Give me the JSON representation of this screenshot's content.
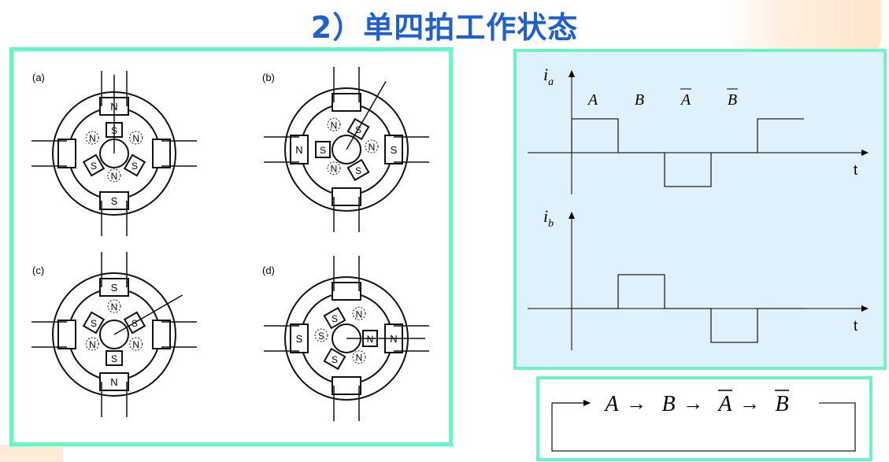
{
  "title": "2）单四拍工作状态",
  "motors": [
    {
      "label": "(a)",
      "stator": {
        "top": "N",
        "bottom": "S",
        "left": "",
        "right": ""
      },
      "rotor_angle": 90,
      "teeth": [
        "S",
        "S",
        "S"
      ],
      "between": [
        "N",
        "N",
        "N"
      ]
    },
    {
      "label": "(b)",
      "stator": {
        "top": "",
        "bottom": "",
        "left": "N",
        "right": "S"
      },
      "rotor_angle": 60,
      "teeth": [
        "S",
        "S",
        "S"
      ],
      "between": [
        "N",
        "N",
        "N"
      ]
    },
    {
      "label": "(c)",
      "stator": {
        "top": "S",
        "bottom": "N",
        "left": "",
        "right": ""
      },
      "rotor_angle": 30,
      "teeth": [
        "S",
        "S",
        "S"
      ],
      "between": [
        "N",
        "N",
        "N"
      ]
    },
    {
      "label": "(d)",
      "stator": {
        "top": "",
        "bottom": "",
        "left": "S",
        "right": "N"
      },
      "rotor_angle": 0,
      "teeth": [
        "N",
        "S",
        "S"
      ],
      "between": [
        "N",
        "S",
        "N"
      ]
    }
  ],
  "waveforms": {
    "ia": {
      "label_main": "i",
      "label_sub": "a",
      "levels": [
        1,
        0,
        -1,
        0,
        1
      ]
    },
    "ib": {
      "label_main": "i",
      "label_sub": "b",
      "levels": [
        0,
        1,
        0,
        -1,
        0
      ]
    },
    "phases": [
      "A",
      "B",
      "A",
      "B"
    ],
    "phase_overbar": [
      false,
      false,
      true,
      true
    ],
    "t_label": "t"
  },
  "sequence": {
    "items": [
      "A",
      "B",
      "A",
      "B"
    ],
    "overbar": [
      false,
      false,
      true,
      true
    ],
    "arrow": "→"
  }
}
